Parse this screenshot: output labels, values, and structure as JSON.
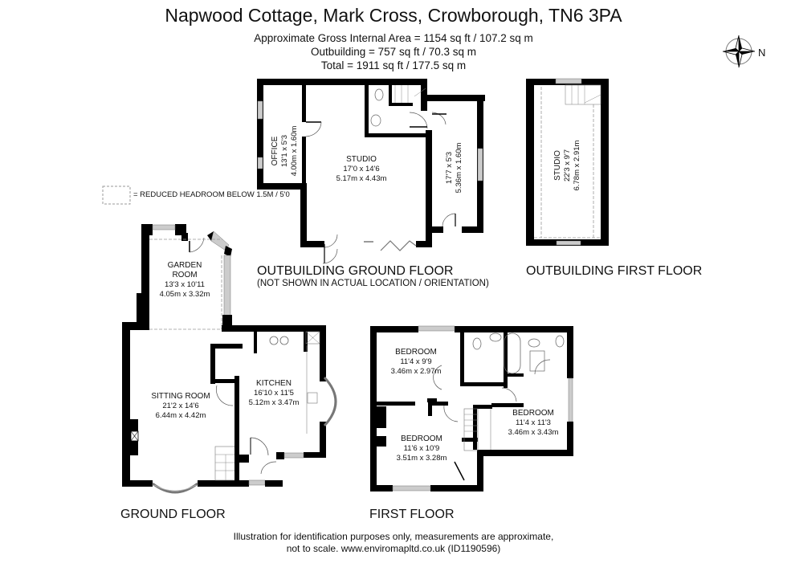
{
  "header": {
    "title": "Napwood Cottage, Mark Cross, Crowborough, TN6 3PA",
    "areas": [
      "Approximate Gross Internal Area = 1154 sq ft / 107.2 sq m",
      "Outbuilding = 757 sq ft / 70.3 sq m",
      "Total = 1911 sq ft  / 177.5 sq m"
    ]
  },
  "compass": {
    "label": "N",
    "icon": "compass-rose-icon"
  },
  "legend": {
    "text": "= REDUCED HEADROOM BELOW 1.5M / 5'0"
  },
  "floors": {
    "outbuilding_ground": {
      "label": "OUTBUILDING GROUND FLOOR",
      "note": "(NOT SHOWN IN ACTUAL LOCATION / ORIENTATION)",
      "rooms": {
        "office": {
          "name": "OFFICE",
          "imperial": "13'1 x 5'3",
          "metric": "4.00m x 1.60m"
        },
        "studio": {
          "name": "STUDIO",
          "imperial": "17'0 x 14'6",
          "metric": "5.17m x 4.43m"
        },
        "side": {
          "name": "",
          "imperial": "17'7 x 5'3",
          "metric": "5.36m x 1.60m"
        }
      }
    },
    "outbuilding_first": {
      "label": "OUTBUILDING FIRST FLOOR",
      "rooms": {
        "studio": {
          "name": "STUDIO",
          "imperial": "22'3 x 9'7",
          "metric": "6.78m x 2.91m"
        }
      }
    },
    "ground": {
      "label": "GROUND FLOOR",
      "rooms": {
        "garden_room": {
          "name1": "GARDEN",
          "name2": "ROOM",
          "imperial": "13'3 x 10'11",
          "metric": "4.05m x 3.32m"
        },
        "sitting_room": {
          "name": "SITTING ROOM",
          "imperial": "21'2 x 14'6",
          "metric": "6.44m x 4.42m"
        },
        "kitchen": {
          "name": "KITCHEN",
          "imperial": "16'10 x 11'5",
          "metric": "5.12m x 3.47m"
        }
      }
    },
    "first": {
      "label": "FIRST FLOOR",
      "rooms": {
        "bedroom1": {
          "name": "BEDROOM",
          "imperial": "11'4 x 9'9",
          "metric": "3.46m x 2.97m"
        },
        "bedroom2": {
          "name": "BEDROOM",
          "imperial": "11'6 x 10'9",
          "metric": "3.51m x 3.28m"
        },
        "bedroom3": {
          "name": "BEDROOM",
          "imperial": "11'4 x 11'3",
          "metric": "3.46m x 3.43m"
        }
      }
    }
  },
  "footer": {
    "line1": "Illustration for identification purposes only, measurements are approximate,",
    "line2": "not to scale. www.enviromapltd.co.uk (ID1190596)"
  },
  "colors": {
    "wall": "#000000",
    "window": "#bdbdbd",
    "line": "#555555",
    "dashed": "#9a9a9a"
  }
}
